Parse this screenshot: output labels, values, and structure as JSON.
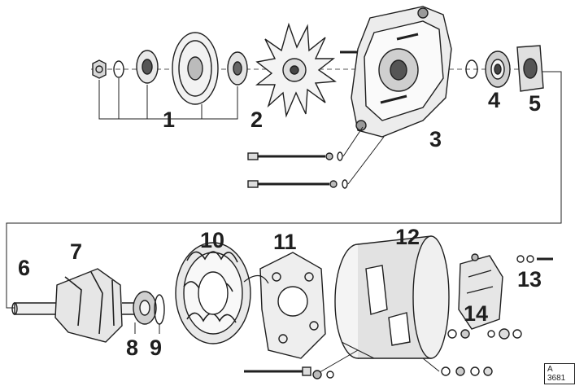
{
  "callouts": [
    "1",
    "2",
    "3",
    "4",
    "5",
    "6",
    "7",
    "8",
    "9",
    "10",
    "11",
    "12",
    "13",
    "14"
  ],
  "reference_code": "A 3681",
  "colors": {
    "ink": "#1f1f1f",
    "paper": "#ffffff",
    "shade": "#9a9a9a"
  }
}
